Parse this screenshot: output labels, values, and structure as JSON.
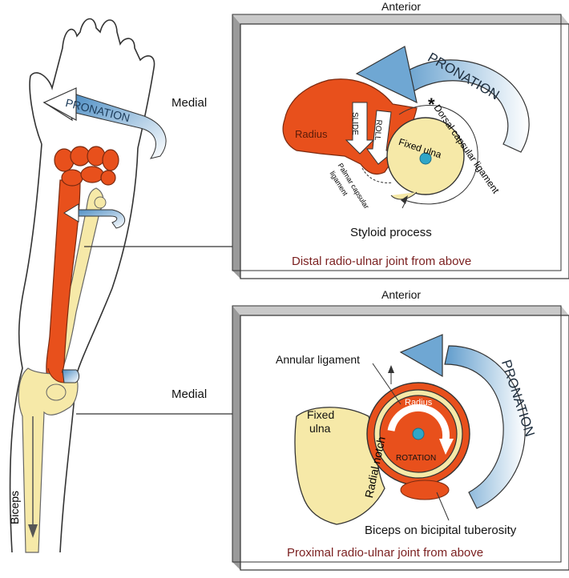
{
  "left_labels": {
    "medial_top": "Medial",
    "medial_bottom": "Medial",
    "biceps": "Biceps",
    "pronation": "PRONATION"
  },
  "distal_panel": {
    "anterior": "Anterior",
    "pronation": "PRONATION",
    "radius": "Radius",
    "slide": "SLIDE",
    "roll": "ROLL",
    "fixed_ulna": "Fixed ulna",
    "dorsal_capsular_ligament": "Dorsal capsular ligament",
    "palmar_capsular_ligament_1": "Palmar capsular",
    "palmar_capsular_ligament_2": "ligament",
    "styloid_process": "Styloid process",
    "caption": "Distal radio-ulnar joint from above",
    "asterisk": "*"
  },
  "proximal_panel": {
    "anterior": "Anterior",
    "pronation": "PRONATION",
    "annular_ligament": "Annular ligament",
    "radius": "Radius",
    "rotation": "ROTATION",
    "fixed_ulna_1": "Fixed",
    "fixed_ulna_2": "ulna",
    "radial_notch": "Radial notch",
    "biceps_on_tuberosity": "Biceps on bicipital tuberosity",
    "caption": "Proximal radio-ulnar joint from above"
  },
  "colors": {
    "radius": "#e8501c",
    "ulna": "#f6e9a8",
    "arrow_blue": "#7fb3d5",
    "caption": "#7a1f1f"
  }
}
